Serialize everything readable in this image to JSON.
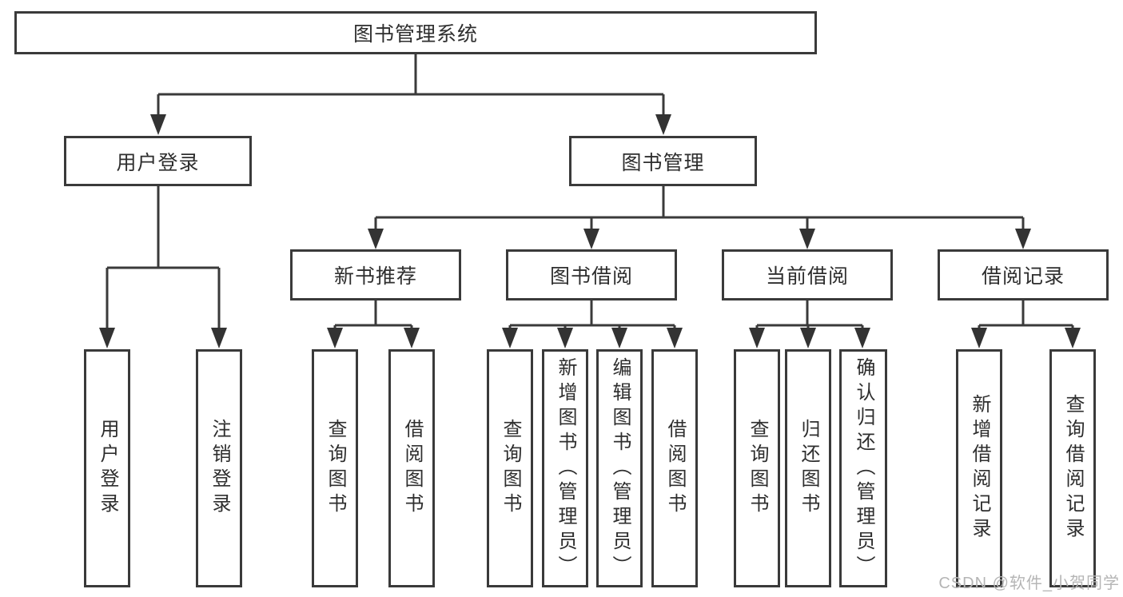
{
  "tree": {
    "root": {
      "label": "图书管理系统",
      "children": [
        {
          "label": "用户登录",
          "children": [
            {
              "label": "用户登录"
            },
            {
              "label": "注销登录"
            }
          ]
        },
        {
          "label": "图书管理",
          "children": [
            {
              "label": "新书推荐",
              "children": [
                {
                  "label": "查询图书"
                },
                {
                  "label": "借阅图书"
                }
              ]
            },
            {
              "label": "图书借阅",
              "children": [
                {
                  "label": "查询图书"
                },
                {
                  "label": "新增图书（管理员）"
                },
                {
                  "label": "编辑图书（管理员）"
                },
                {
                  "label": "借阅图书"
                }
              ]
            },
            {
              "label": "当前借阅",
              "children": [
                {
                  "label": "查询图书"
                },
                {
                  "label": "归还图书"
                },
                {
                  "label": "确认归还（管理员）"
                }
              ]
            },
            {
              "label": "借阅记录",
              "children": [
                {
                  "label": "新增借阅记录"
                },
                {
                  "label": "查询借阅记录"
                }
              ]
            }
          ]
        }
      ]
    }
  },
  "watermark": "CSDN @软件_小贺同学",
  "colors": {
    "line": "#3a3a3a",
    "text": "#2e2e2e",
    "watermark": "#b5b5b5",
    "background": "#ffffff"
  }
}
